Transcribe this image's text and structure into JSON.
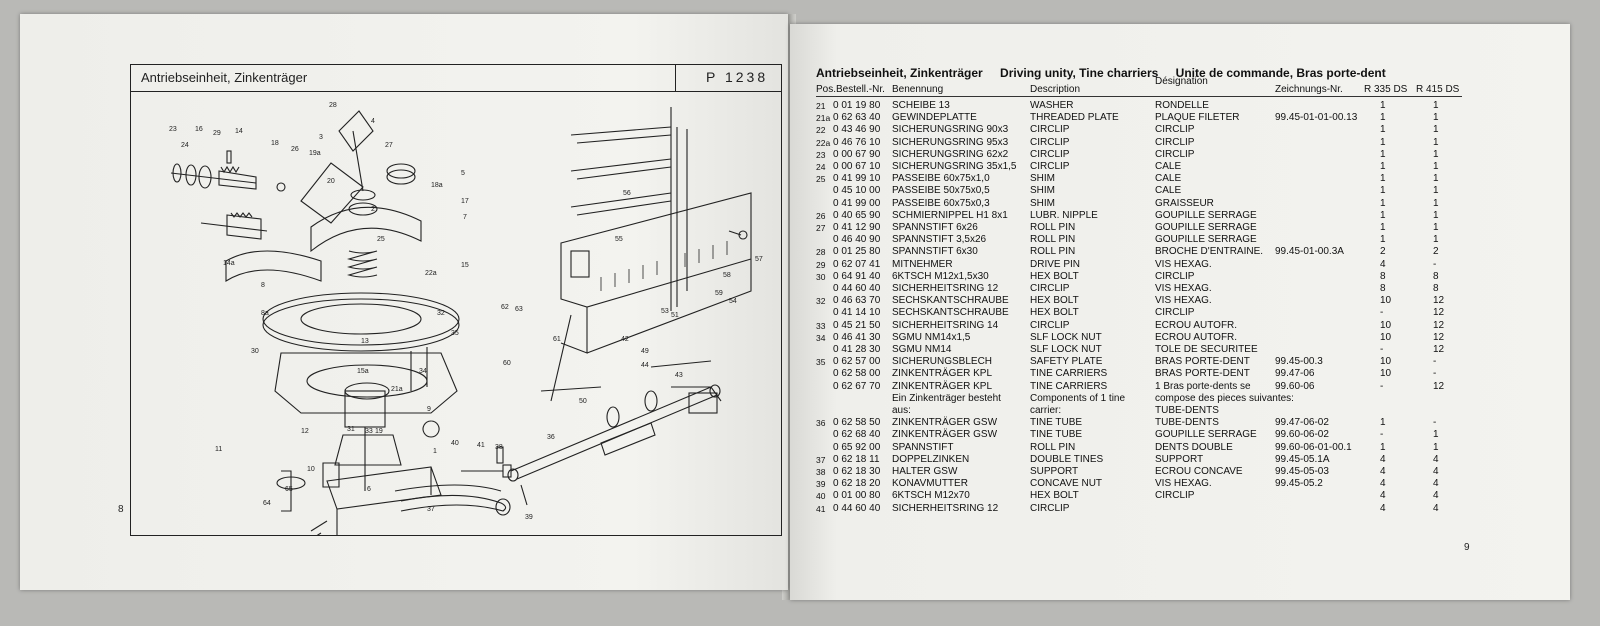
{
  "left_page": {
    "title": "Antriebseinheit, Zinkenträger",
    "code": "P 1238",
    "page_number": "8",
    "callouts": [
      "23",
      "24",
      "16",
      "29",
      "14",
      "18",
      "26",
      "28",
      "3",
      "4",
      "27",
      "19a",
      "5",
      "20",
      "18a",
      "2",
      "17",
      "25",
      "7",
      "15",
      "22a",
      "8",
      "8a",
      "32",
      "35",
      "13",
      "30",
      "15a",
      "34",
      "21a",
      "9",
      "31",
      "33",
      "19",
      "12",
      "11",
      "10",
      "6",
      "65",
      "64",
      "14a",
      "56",
      "55",
      "57",
      "58",
      "59",
      "54",
      "62",
      "63",
      "61",
      "60",
      "53",
      "51",
      "42",
      "49",
      "44",
      "43",
      "50",
      "40",
      "41",
      "38",
      "36",
      "37",
      "39",
      "1"
    ]
  },
  "right_page": {
    "header": {
      "de": "Antriebseinheit, Zinkenträger",
      "en": "Driving unity, Tine charriers",
      "fr": "Unite de commande, Bras porte-dent"
    },
    "columns": {
      "pos": "Pos.",
      "nr": "Bestell.-Nr.",
      "benennung": "Benennung",
      "description": "Description",
      "designation": "Désignation",
      "zeichnung": "Zeichnungs-Nr.",
      "r335": "R 335 DS",
      "r415": "R 415 DS"
    },
    "page_number": "9",
    "rows": [
      {
        "pos": "21",
        "nr": "0 01 19 80",
        "be": "SCHEIBE 13",
        "de": "WASHER",
        "fr": "RONDELLE",
        "zn": "",
        "r3": "1",
        "r4": "1"
      },
      {
        "pos": "21a",
        "nr": "0 62 63 40",
        "be": "GEWINDEPLATTE",
        "de": "THREADED PLATE",
        "fr": "PLAQUE FILETER",
        "zn": "99.45-01-01-00.13",
        "r3": "1",
        "r4": "1"
      },
      {
        "pos": "22",
        "nr": "0 43 46 90",
        "be": "SICHERUNGSRING 90x3",
        "de": "CIRCLIP",
        "fr": "CIRCLIP",
        "zn": "",
        "r3": "1",
        "r4": "1"
      },
      {
        "pos": "22a",
        "nr": "0 46 76 10",
        "be": "SICHERUNGSRING 95x3",
        "de": "CIRCLIP",
        "fr": "CIRCLIP",
        "zn": "",
        "r3": "1",
        "r4": "1"
      },
      {
        "pos": "23",
        "nr": "0 00 67 90",
        "be": "SICHERUNGSRING 62x2",
        "de": "CIRCLIP",
        "fr": "CIRCLIP",
        "zn": "",
        "r3": "1",
        "r4": "1"
      },
      {
        "pos": "24",
        "nr": "0 00 67 10",
        "be": "SICHERUNGSRING 35x1,5",
        "de": "CIRCLIP",
        "fr": "CALE",
        "zn": "",
        "r3": "1",
        "r4": "1"
      },
      {
        "pos": "25",
        "nr": "0 41 99 10",
        "be": "PASSEIBE 60x75x1,0",
        "de": "SHIM",
        "fr": "CALE",
        "zn": "",
        "r3": "1",
        "r4": "1"
      },
      {
        "pos": "",
        "nr": "0 45 10 00",
        "be": "PASSEIBE 50x75x0,5",
        "de": "SHIM",
        "fr": "CALE",
        "zn": "",
        "r3": "1",
        "r4": "1"
      },
      {
        "pos": "",
        "nr": "0 41 99 00",
        "be": "PASSEIBE 60x75x0,3",
        "de": "SHIM",
        "fr": "GRAISSEUR",
        "zn": "",
        "r3": "1",
        "r4": "1"
      },
      {
        "pos": "26",
        "nr": "0 40 65 90",
        "be": "SCHMIERNIPPEL H1 8x1",
        "de": "LUBR. NIPPLE",
        "fr": "GOUPILLE SERRAGE",
        "zn": "",
        "r3": "1",
        "r4": "1"
      },
      {
        "pos": "27",
        "nr": "0 41 12 90",
        "be": "SPANNSTIFT 6x26",
        "de": "ROLL PIN",
        "fr": "GOUPILLE SERRAGE",
        "zn": "",
        "r3": "1",
        "r4": "1"
      },
      {
        "pos": "",
        "nr": "0 46 40 90",
        "be": "SPANNSTIFT 3,5x26",
        "de": "ROLL PIN",
        "fr": "GOUPILLE SERRAGE",
        "zn": "",
        "r3": "1",
        "r4": "1"
      },
      {
        "pos": "28",
        "nr": "0 01 25 80",
        "be": "SPANNSTIFT 6x30",
        "de": "ROLL PIN",
        "fr": "BROCHE D'ENTRAINE.",
        "zn": "99.45-01-00.3A",
        "r3": "2",
        "r4": "2"
      },
      {
        "pos": "29",
        "nr": "0 62 07 41",
        "be": "MITNEHMER",
        "de": "DRIVE PIN",
        "fr": "VIS HEXAG.",
        "zn": "",
        "r3": "4",
        "r4": "-"
      },
      {
        "pos": "30",
        "nr": "0 64 91 40",
        "be": "6KTSCH M12x1,5x30",
        "de": "HEX BOLT",
        "fr": "CIRCLIP",
        "zn": "",
        "r3": "8",
        "r4": "8"
      },
      {
        "pos": "",
        "nr": "0 44 60 40",
        "be": "SICHERHEITSRING 12",
        "de": "CIRCLIP",
        "fr": "VIS HEXAG.",
        "zn": "",
        "r3": "8",
        "r4": "8"
      },
      {
        "pos": "32",
        "nr": "0 46 63 70",
        "be": "SECHSKANTSCHRAUBE",
        "de": "HEX BOLT",
        "fr": "VIS HEXAG.",
        "zn": "",
        "r3": "10",
        "r4": "12"
      },
      {
        "pos": "",
        "nr": "0 41 14 10",
        "be": "SECHSKANTSCHRAUBE",
        "de": "HEX BOLT",
        "fr": "CIRCLIP",
        "zn": "",
        "r3": "-",
        "r4": "12"
      },
      {
        "pos": "33",
        "nr": "0 45 21 50",
        "be": "SICHERHEITSRING 14",
        "de": "CIRCLIP",
        "fr": "ECROU AUTOFR.",
        "zn": "",
        "r3": "10",
        "r4": "12"
      },
      {
        "pos": "34",
        "nr": "0 46 41 30",
        "be": "SGMU NM14x1,5",
        "de": "SLF LOCK NUT",
        "fr": "ECROU AUTOFR.",
        "zn": "",
        "r3": "10",
        "r4": "12"
      },
      {
        "pos": "",
        "nr": "0 41 28 30",
        "be": "SGMU NM14",
        "de": "SLF LOCK NUT",
        "fr": "TOLE DE SECURITEE",
        "zn": "",
        "r3": "-",
        "r4": "12"
      },
      {
        "pos": "35",
        "nr": "0 62 57 00",
        "be": "SICHERUNGSBLECH",
        "de": "SAFETY PLATE",
        "fr": "BRAS PORTE-DENT",
        "zn": "99.45-00.3",
        "r3": "10",
        "r4": "-"
      },
      {
        "pos": "",
        "nr": "0 62 58 00",
        "be": "ZINKENTRÄGER KPL",
        "de": "TINE CARRIERS",
        "fr": "BRAS PORTE-DENT",
        "zn": "99.47-06",
        "r3": "10",
        "r4": "-"
      },
      {
        "pos": "",
        "nr": "0 62 67 70",
        "be": "ZINKENTRÄGER KPL",
        "de": "TINE CARRIERS",
        "fr": "1 Bras porte-dents se",
        "zn": "99.60-06",
        "r3": "-",
        "r4": "12"
      },
      {
        "pos": "",
        "nr": "",
        "be": "Ein Zinkenträger besteht",
        "de": "Components of 1 tine",
        "fr": "compose des pieces suivantes:",
        "zn": "",
        "r3": "",
        "r4": ""
      },
      {
        "pos": "",
        "nr": "",
        "be": "aus:",
        "de": "carrier:",
        "fr": "TUBE-DENTS",
        "zn": "",
        "r3": "",
        "r4": ""
      },
      {
        "pos": "36",
        "nr": "0 62 58 50",
        "be": "ZINKENTRÄGER GSW",
        "de": "TINE TUBE",
        "fr": "TUBE-DENTS",
        "zn": "99.47-06-02",
        "r3": "1",
        "r4": "-"
      },
      {
        "pos": "",
        "nr": "0 62 68 40",
        "be": "ZINKENTRÄGER GSW",
        "de": "TINE TUBE",
        "fr": "GOUPILLE SERRAGE",
        "zn": "99.60-06-02",
        "r3": "-",
        "r4": "1"
      },
      {
        "pos": "",
        "nr": "0 65 92 00",
        "be": "SPANNSTIFT",
        "de": "ROLL PIN",
        "fr": "DENTS DOUBLE",
        "zn": "99.60-06-01-00.1",
        "r3": "1",
        "r4": "1"
      },
      {
        "pos": "37",
        "nr": "0 62 18 11",
        "be": "DOPPELZINKEN",
        "de": "DOUBLE TINES",
        "fr": "SUPPORT",
        "zn": "99.45-05.1A",
        "r3": "4",
        "r4": "4"
      },
      {
        "pos": "38",
        "nr": "0 62 18 30",
        "be": "HALTER GSW",
        "de": "SUPPORT",
        "fr": "ECROU CONCAVE",
        "zn": "99.45-05-03",
        "r3": "4",
        "r4": "4"
      },
      {
        "pos": "39",
        "nr": "0 62 18 20",
        "be": "KONAVMUTTER",
        "de": "CONCAVE NUT",
        "fr": "VIS HEXAG.",
        "zn": "99.45-05.2",
        "r3": "4",
        "r4": "4"
      },
      {
        "pos": "40",
        "nr": "0 01 00 80",
        "be": "6KTSCH M12x70",
        "de": "HEX BOLT",
        "fr": "CIRCLIP",
        "zn": "",
        "r3": "4",
        "r4": "4"
      },
      {
        "pos": "41",
        "nr": "0 44 60 40",
        "be": "SICHERHEITSRING 12",
        "de": "CIRCLIP",
        "fr": "",
        "zn": "",
        "r3": "4",
        "r4": "4"
      }
    ]
  }
}
